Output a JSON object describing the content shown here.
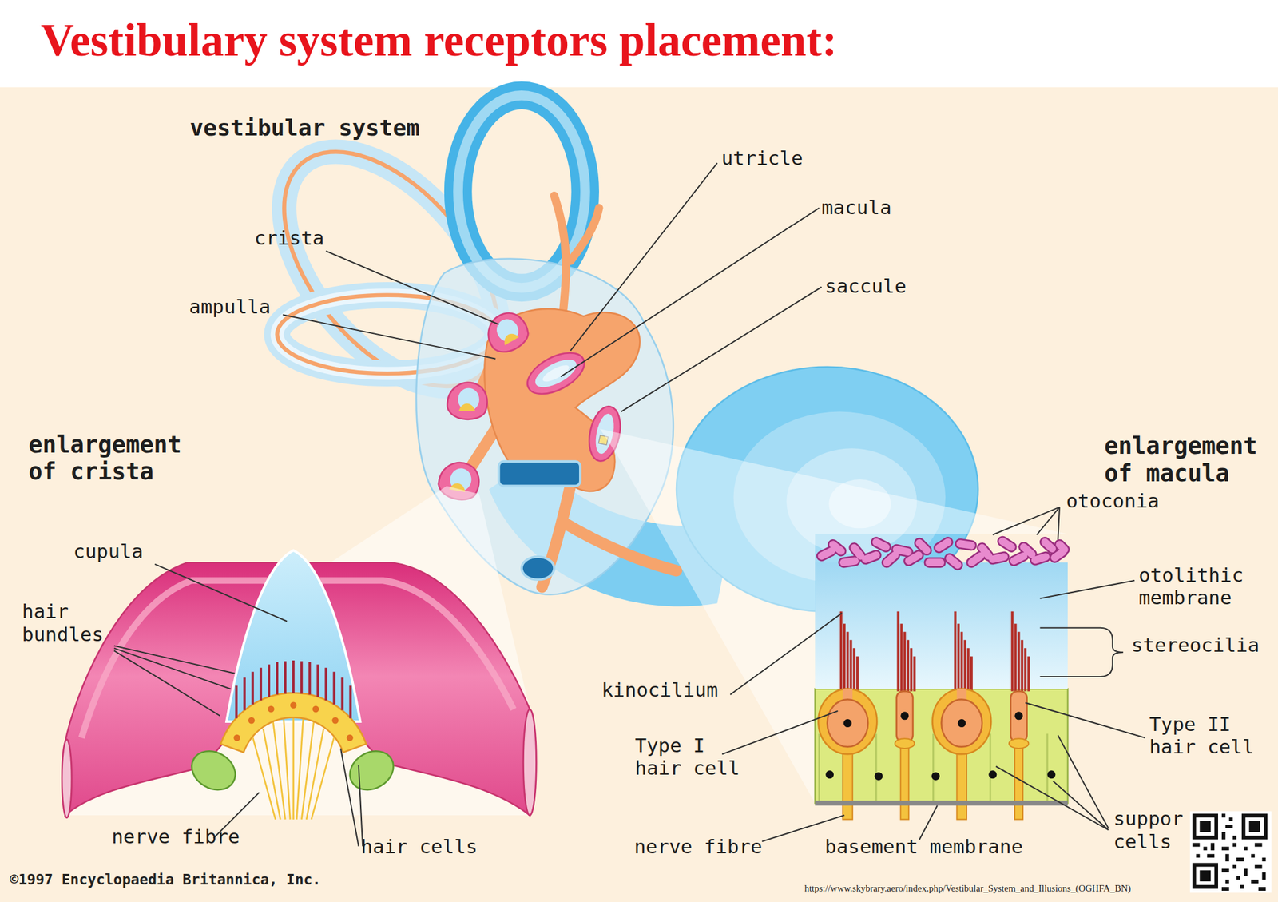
{
  "diagram": {
    "title": "Vestibulary system receptors placement:",
    "caption": "©1997 Encyclopaedia Britannica, Inc.",
    "labels": [
      "vestibular system",
      "utricle",
      "macula",
      "crista",
      "saccule",
      "ampulla",
      "enlargement of crista",
      "enlargement of macula",
      "otoconia",
      "cupula",
      "otolithic membrane",
      "hair bundles",
      "stereocilia",
      "kinocilium",
      "Type II hair cell",
      "Type I hair cell",
      "suppor cells",
      "nerve fibre",
      "hair cells",
      "nerve fibre",
      "basement membrane",
      "https://www.skybrary.aero/index.php/Vestibular_System_and_Illusions_(OGHFA_BN)"
    ]
  }
}
